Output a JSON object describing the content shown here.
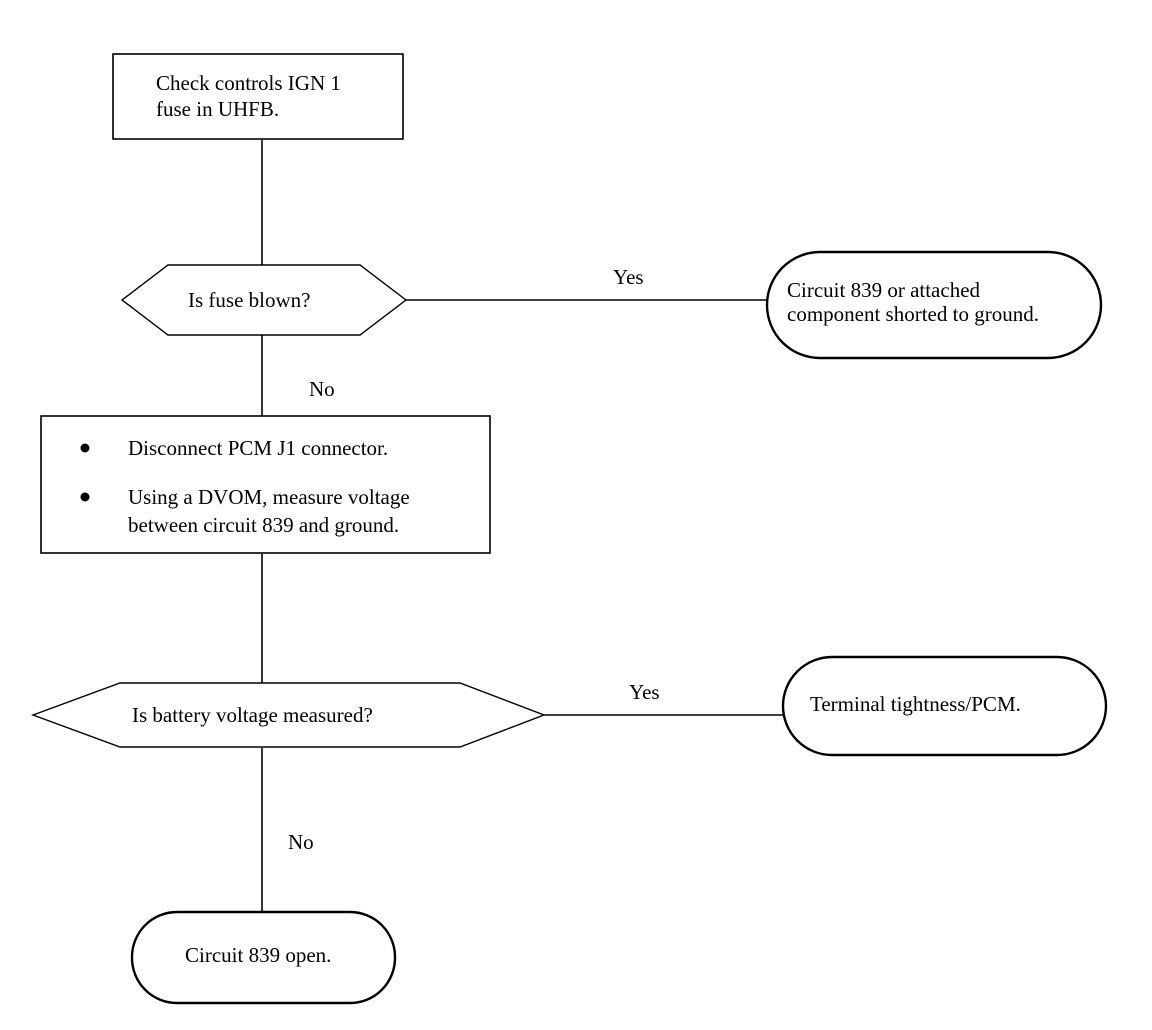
{
  "diagram": {
    "nodes": {
      "check_fuse": {
        "lines": [
          "Check controls IGN 1",
          "fuse in UHFB."
        ]
      },
      "fuse_blown": {
        "text": "Is fuse blown?"
      },
      "shorted": {
        "lines": [
          "Circuit 839 or attached",
          "component shorted to ground."
        ]
      },
      "disconnect": {
        "bullets": [
          {
            "lines": [
              "Disconnect PCM J1 connector."
            ]
          },
          {
            "lines": [
              "Using a DVOM, measure voltage",
              "between circuit 839 and ground."
            ]
          }
        ]
      },
      "battery_voltage": {
        "text": "Is battery voltage measured?"
      },
      "terminal": {
        "text": "Terminal tightness/PCM."
      },
      "open": {
        "text": "Circuit 839 open."
      }
    },
    "edges": {
      "fuse_yes": "Yes",
      "fuse_no": "No",
      "voltage_yes": "Yes",
      "voltage_no": "No"
    },
    "colors": {
      "stroke": "#000000",
      "fill": "#ffffff",
      "text": "#000000"
    }
  }
}
